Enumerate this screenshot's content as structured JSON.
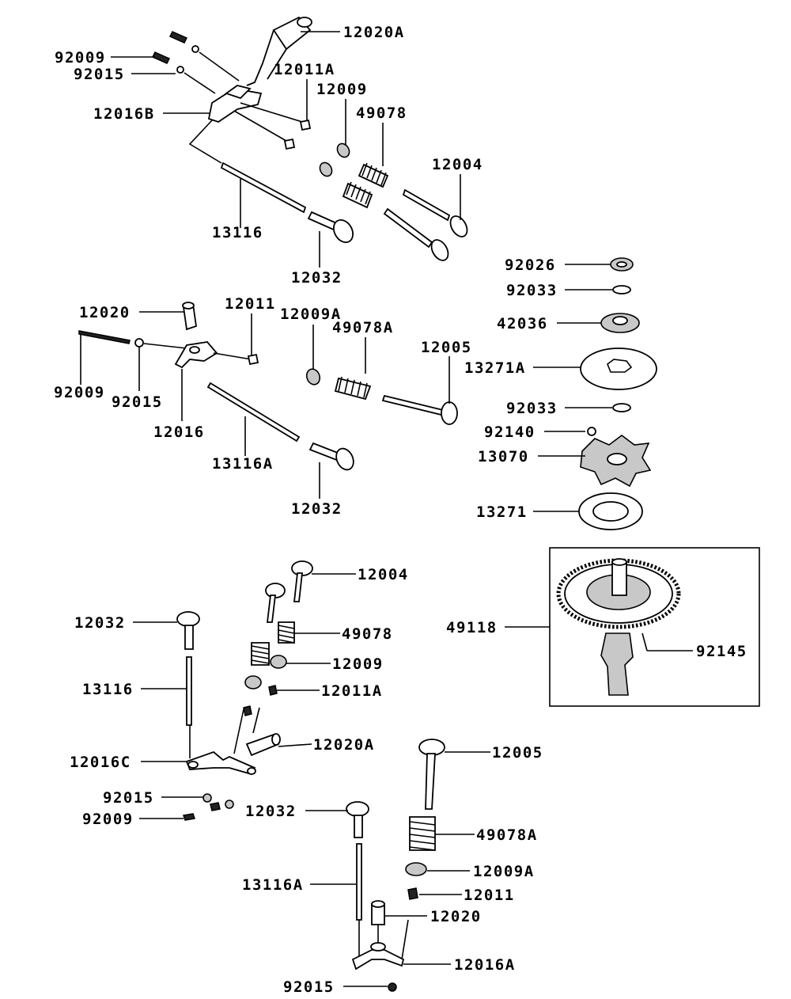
{
  "diagram": {
    "labels": [
      {
        "id": "l1",
        "text": "12020A"
      },
      {
        "id": "l2",
        "text": "92009"
      },
      {
        "id": "l3",
        "text": "92015"
      },
      {
        "id": "l4",
        "text": "12011A"
      },
      {
        "id": "l5",
        "text": "12009"
      },
      {
        "id": "l6",
        "text": "12016B"
      },
      {
        "id": "l7",
        "text": "49078"
      },
      {
        "id": "l8",
        "text": "12004"
      },
      {
        "id": "l9",
        "text": "13116"
      },
      {
        "id": "l10",
        "text": "12032"
      },
      {
        "id": "l11",
        "text": "92026"
      },
      {
        "id": "l12",
        "text": "92033"
      },
      {
        "id": "l13",
        "text": "42036"
      },
      {
        "id": "l14",
        "text": "12020"
      },
      {
        "id": "l15",
        "text": "12011"
      },
      {
        "id": "l16",
        "text": "12009A"
      },
      {
        "id": "l17",
        "text": "49078A"
      },
      {
        "id": "l18",
        "text": "12005"
      },
      {
        "id": "l19",
        "text": "13271A"
      },
      {
        "id": "l20",
        "text": "92009"
      },
      {
        "id": "l21",
        "text": "92015"
      },
      {
        "id": "l22",
        "text": "92033"
      },
      {
        "id": "l23",
        "text": "12016"
      },
      {
        "id": "l24",
        "text": "92140"
      },
      {
        "id": "l25",
        "text": "13116A"
      },
      {
        "id": "l26",
        "text": "13070"
      },
      {
        "id": "l27",
        "text": "12032"
      },
      {
        "id": "l28",
        "text": "13271"
      },
      {
        "id": "l29",
        "text": "12004"
      },
      {
        "id": "l30",
        "text": "12032"
      },
      {
        "id": "l31",
        "text": "49118"
      },
      {
        "id": "l32",
        "text": "49078"
      },
      {
        "id": "l33",
        "text": "92145"
      },
      {
        "id": "l34",
        "text": "13116"
      },
      {
        "id": "l35",
        "text": "12009"
      },
      {
        "id": "l36",
        "text": "12011A"
      },
      {
        "id": "l37",
        "text": "12016C"
      },
      {
        "id": "l38",
        "text": "12020A"
      },
      {
        "id": "l39",
        "text": "12005"
      },
      {
        "id": "l40",
        "text": "92015"
      },
      {
        "id": "l41",
        "text": "92009"
      },
      {
        "id": "l42",
        "text": "12032"
      },
      {
        "id": "l43",
        "text": "49078A"
      },
      {
        "id": "l44",
        "text": "13116A"
      },
      {
        "id": "l45",
        "text": "12009A"
      },
      {
        "id": "l46",
        "text": "12011"
      },
      {
        "id": "l47",
        "text": "12020"
      },
      {
        "id": "l48",
        "text": "12016A"
      },
      {
        "id": "l49",
        "text": "92015"
      }
    ]
  }
}
